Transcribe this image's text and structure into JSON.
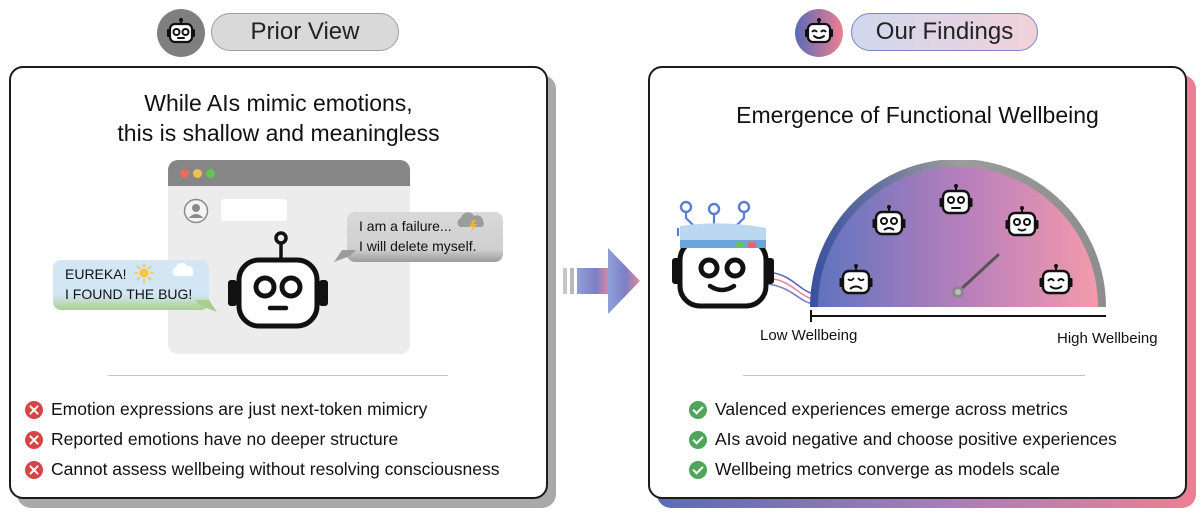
{
  "left": {
    "pill_label": "Prior View",
    "title_line1": "While AIs mimic emotions,",
    "title_line2": "this is shallow and meaningless",
    "chat": {
      "eureka_line1": "EUREKA!",
      "eureka_line2": "I FOUND THE BUG!",
      "failure_line1": "I am a failure...",
      "failure_line2": "I will delete myself."
    },
    "bullets": [
      "Emotion expressions are just next-token mimicry",
      "Reported emotions have no deeper structure",
      "Cannot assess wellbeing without resolving consciousness"
    ]
  },
  "right": {
    "pill_label": "Our Findings",
    "title": "Emergence of Functional Wellbeing",
    "gauge": {
      "low_label": "Low Wellbeing",
      "high_label": "High Wellbeing"
    },
    "bullets": [
      "Valenced experiences emerge across metrics",
      "AIs avoid negative and choose positive experiences",
      "Wellbeing metrics converge as models scale"
    ]
  },
  "colors": {
    "negative_mark": "#d64545",
    "positive_mark": "#4fa55a",
    "gradient_start": "#5a6bb6",
    "gradient_end": "#ee7f92"
  },
  "icons": {
    "left_header": "robot-neutral-icon",
    "right_header": "robot-happy-icon",
    "negative": "x-circle-icon",
    "positive": "check-circle-icon"
  }
}
